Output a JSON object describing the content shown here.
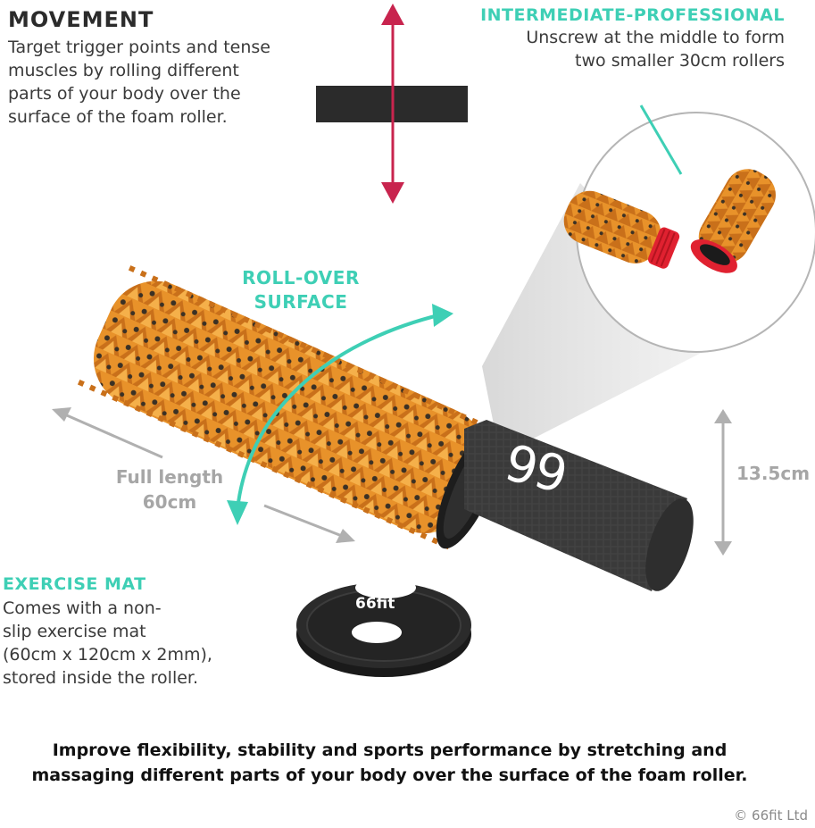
{
  "movement": {
    "heading": "MOVEMENT",
    "lines": [
      "Target trigger points and tense",
      "muscles by rolling different",
      "parts of your body over the",
      "surface of the foam roller."
    ]
  },
  "intermediate": {
    "heading": "INTERMEDIATE-PROFESSIONAL",
    "lines": [
      "Unscrew at the middle to form",
      "two smaller 30cm rollers"
    ]
  },
  "rollover": {
    "lines": [
      "ROLL-OVER",
      "SURFACE"
    ]
  },
  "full_length": {
    "lines": [
      "Full length",
      "60cm"
    ]
  },
  "diameter": {
    "label": "13.5cm"
  },
  "exercise_mat": {
    "heading": "EXERCISE MAT",
    "lines": [
      "Comes with a non-",
      "slip exercise mat",
      "(60cm x 120cm x 2mm),",
      "stored inside the roller."
    ]
  },
  "mat_logo": "99",
  "cap_logo": "66fit",
  "bottom_text": {
    "lines": [
      "Improve flexibility, stability and sports performance by stretching and",
      "massaging different parts of your body over the surface of the foam roller."
    ]
  },
  "copyright": "© 66fit Ltd",
  "colors": {
    "teal": "#3ecfb5",
    "crimson": "#c8244e",
    "dark": "#2b2b2b",
    "gray": "#a6a6a6",
    "orange": "#e8922a",
    "red": "#e02130"
  }
}
